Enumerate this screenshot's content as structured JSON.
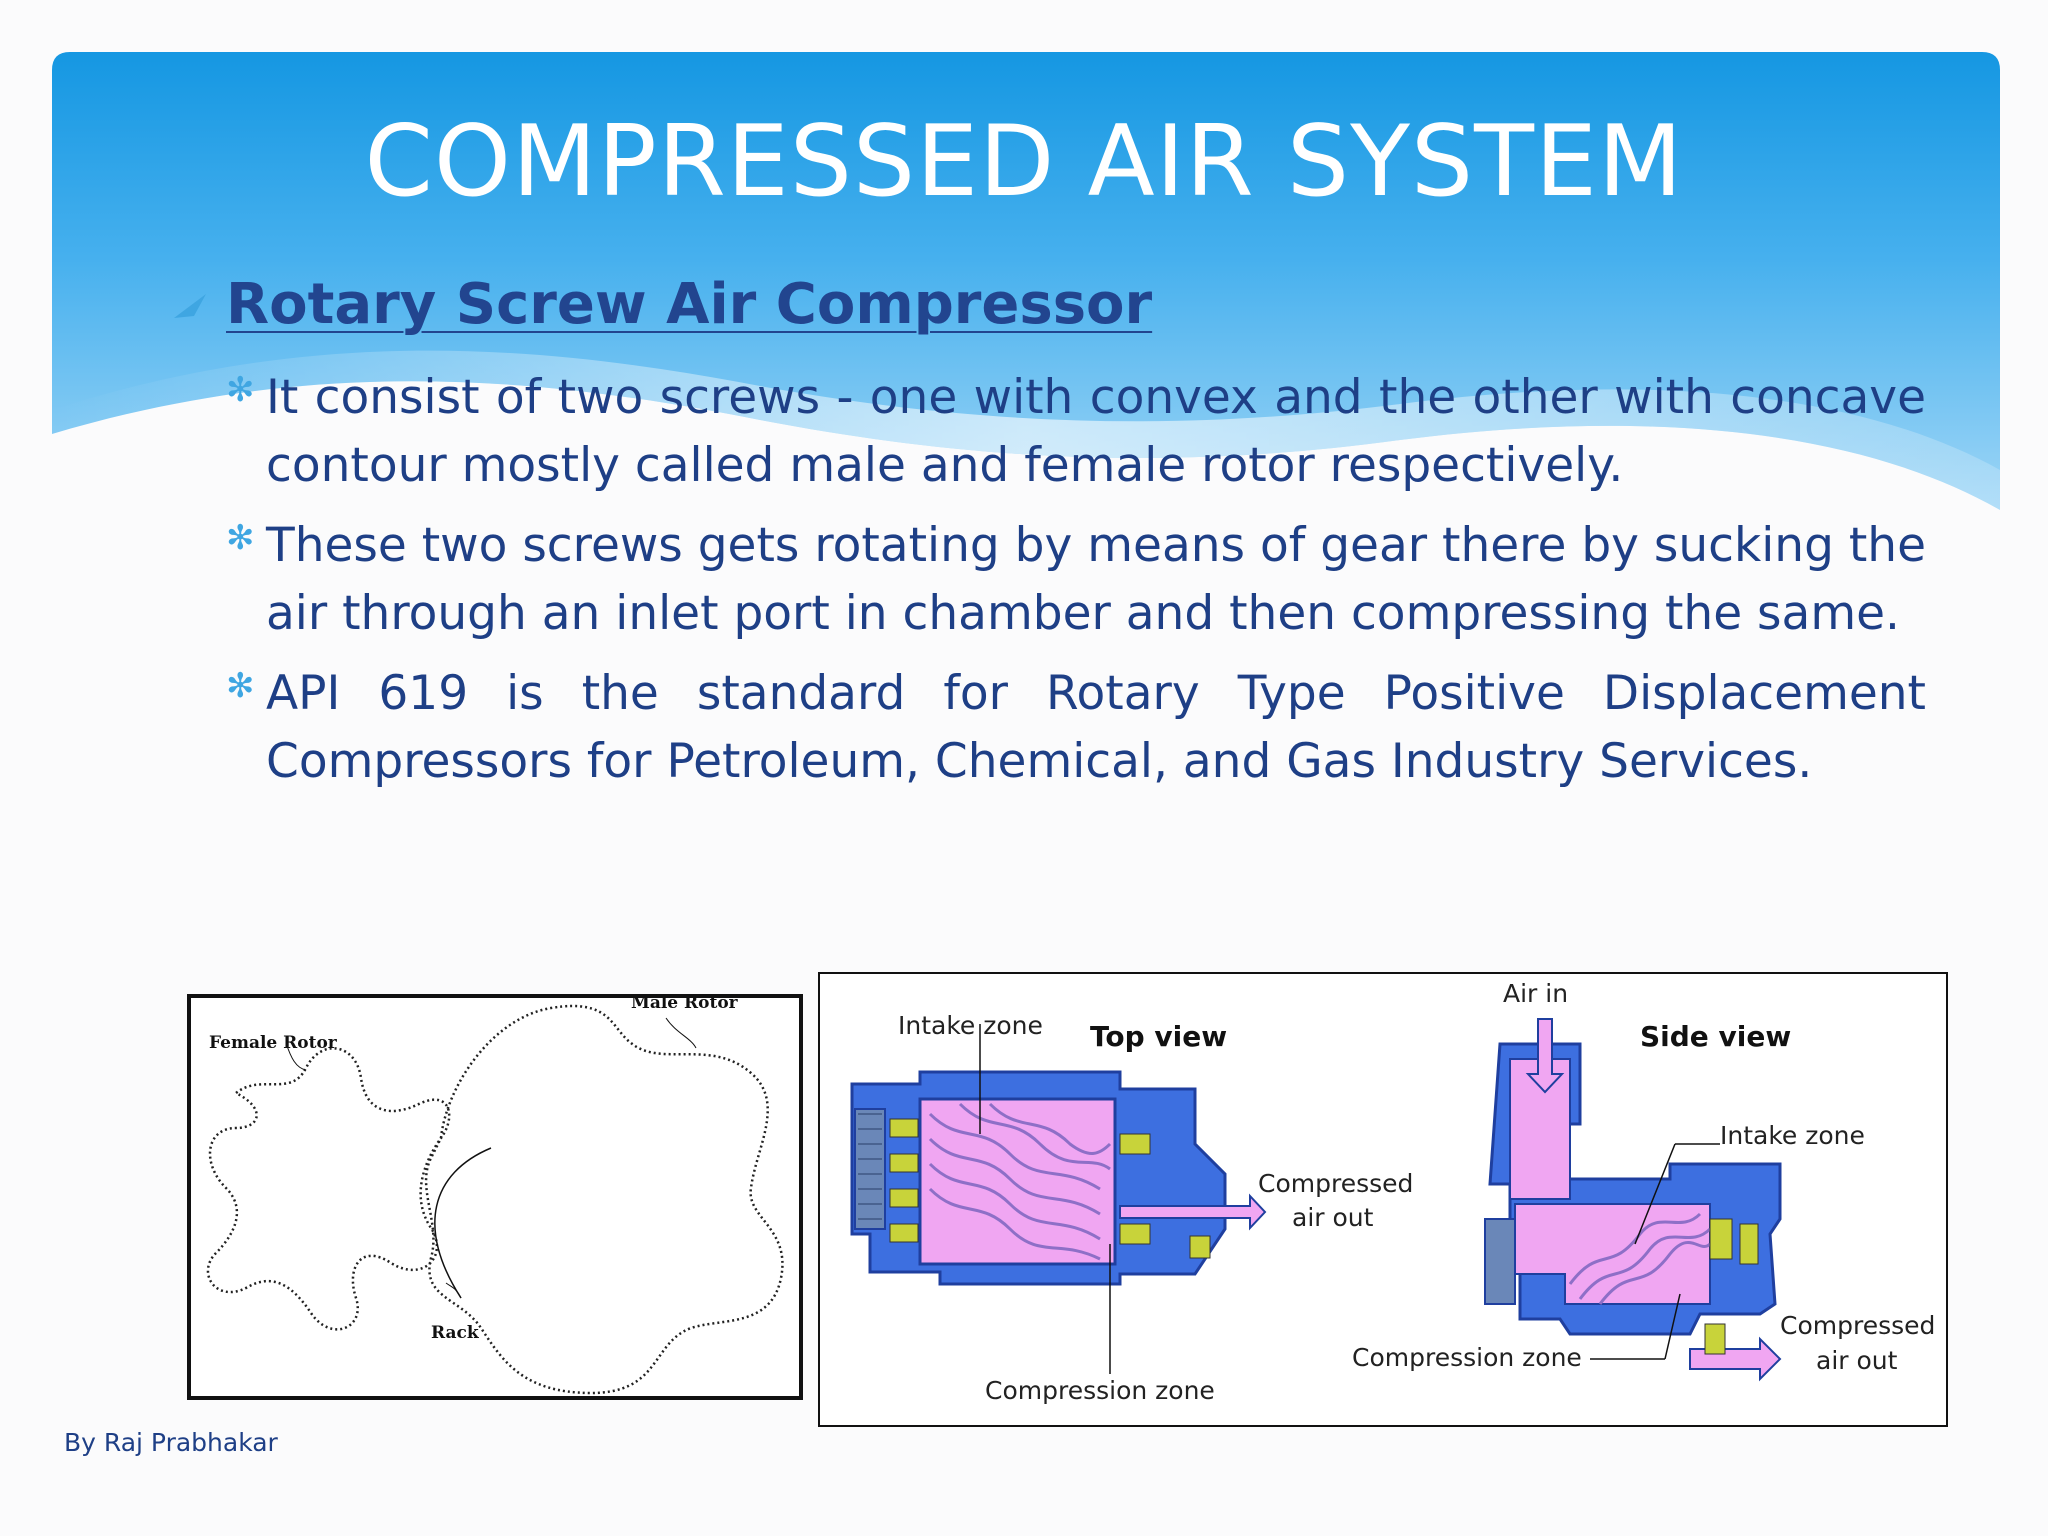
{
  "slide": {
    "title": "COMPRESSED AIR SYSTEM",
    "heading": "Rotary Screw Air Compressor",
    "bullets": [
      "It consist of two screws - one with convex and the other with concave contour mostly called male and female rotor respectively.",
      "These two screws gets rotating by means of gear there by sucking the air through an inlet port in chamber and then compressing the same.",
      "API 619 is the standard for Rotary Type Positive Displacement Compressors for Petroleum, Chemical, and Gas Industry Services."
    ],
    "author": "By Raj Prabhakar"
  },
  "figure_rotor": {
    "male_rotor_label": "Male Rotor",
    "female_rotor_label": "Female Rotor",
    "rack_label": "Rack"
  },
  "figure_compressor": {
    "top_view_label": "Top view",
    "side_view_label": "Side view",
    "intake_zone_top": "Intake zone",
    "intake_zone_side": "Intake zone",
    "air_in_label": "Air in",
    "compressed_air_out_top_1": "Compressed",
    "compressed_air_out_top_2": "air out",
    "compressed_air_out_side_1": "Compressed",
    "compressed_air_out_side_2": "air out",
    "compression_zone_top": "Compression zone",
    "compression_zone_side": "Compression zone"
  },
  "colors": {
    "header_blue": "#1e9be3",
    "header_light": "#7fcaf3",
    "text_navy": "#1e3f86",
    "bullet_blue": "#3fa6e2",
    "housing_blue": "#3d6fe0",
    "chamber_pink": "#f0a6f2"
  }
}
